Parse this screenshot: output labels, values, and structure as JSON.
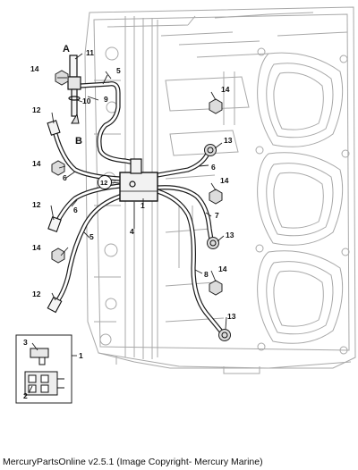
{
  "caption": "MercuryPartsOnline v2.5.1 (Image Copyright- Mercury Marine)",
  "callouts": {
    "n1_top": "1",
    "n1_bottom": "1",
    "n2": "2",
    "n3": "3",
    "n4": "4",
    "n5_top": "5",
    "n5_bottom": "5",
    "n6_right": "6",
    "n6_left_a": "6",
    "n6_left_b": "6",
    "n7": "7",
    "n8": "8",
    "n9": "9",
    "n10": "10",
    "n11": "11",
    "n12_a": "12",
    "n12_b": "12",
    "n12_c": "12",
    "n12_circled": "12",
    "n13_a": "13",
    "n13_b": "13",
    "n13_c": "13",
    "n14_l1": "14",
    "n14_l2": "14",
    "n14_l3": "14",
    "n14_r1": "14",
    "n14_r2": "14",
    "n14_r3": "14",
    "letter_a": "A",
    "letter_b": "B"
  }
}
